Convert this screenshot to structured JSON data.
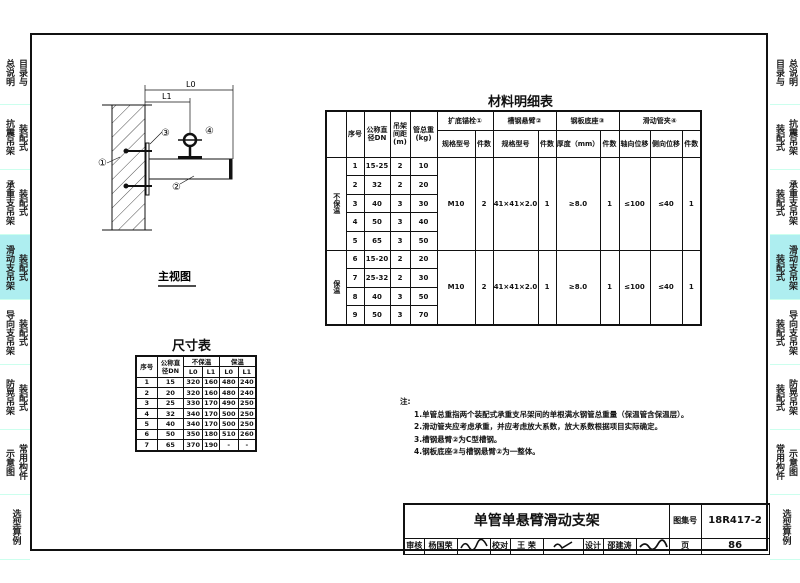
{
  "sidebar": [
    {
      "cols": [
        "总说明",
        "目录与"
      ],
      "active": false
    },
    {
      "cols": [
        "抗震吊架",
        "装配式"
      ],
      "active": false
    },
    {
      "cols": [
        "承重支吊架",
        "装配式"
      ],
      "active": false
    },
    {
      "cols": [
        "滑动支吊架",
        "装配式"
      ],
      "active": true
    },
    {
      "cols": [
        "导向支吊架",
        "装配式"
      ],
      "active": false
    },
    {
      "cols": [
        "防晃吊架",
        "装配式"
      ],
      "active": false
    },
    {
      "cols": [
        "示意图",
        "常用构件"
      ],
      "active": false
    },
    {
      "cols": [
        "选型算例"
      ],
      "active": false
    }
  ],
  "highlight_color": "#aeeef0",
  "drawing": {
    "title": "主视图",
    "dim_L0": "L0",
    "dim_L1": "L1",
    "callouts": [
      "①",
      "②",
      "③",
      "④"
    ]
  },
  "material_table": {
    "title": "材料明细表",
    "headers": {
      "seq": "序号",
      "dn": "公称直径DN",
      "spacing": "吊架间距(m)",
      "weight": "管总重(kg)",
      "anchor": "扩底锚栓①",
      "channel": "槽钢悬臂②",
      "plate": "钢板底座③",
      "clamp": "滑动管夹④",
      "spec": "规格型号",
      "qty": "件数",
      "thickness": "厚度（mm）",
      "axial": "轴向位移",
      "lateral": "侧向位移"
    },
    "groups": [
      {
        "name": "不保温",
        "rows": [
          [
            "1",
            "15-25",
            "2",
            "10"
          ],
          [
            "2",
            "32",
            "2",
            "20"
          ],
          [
            "3",
            "40",
            "3",
            "30"
          ],
          [
            "4",
            "50",
            "3",
            "40"
          ],
          [
            "5",
            "65",
            "3",
            "50"
          ]
        ],
        "anchor_spec": "M10",
        "anchor_qty": "2",
        "channel_spec": "41×41×2.0",
        "channel_qty": "1",
        "plate_thickness": "≥8.0",
        "plate_qty": "1",
        "axial": "≤100",
        "lateral": "≤40",
        "clamp_qty": "1"
      },
      {
        "name": "保温",
        "rows": [
          [
            "6",
            "15-20",
            "2",
            "20"
          ],
          [
            "7",
            "25-32",
            "2",
            "30"
          ],
          [
            "8",
            "40",
            "3",
            "50"
          ],
          [
            "9",
            "50",
            "3",
            "70"
          ]
        ],
        "anchor_spec": "M10",
        "anchor_qty": "2",
        "channel_spec": "41×41×2.0",
        "channel_qty": "1",
        "plate_thickness": "≥8.0",
        "plate_qty": "1",
        "axial": "≤100",
        "lateral": "≤40",
        "clamp_qty": "1"
      }
    ]
  },
  "size_table": {
    "title": "尺寸表",
    "headers": {
      "seq": "序号",
      "dn": "公称直径DN",
      "no_insul": "不保温",
      "insul": "保温",
      "l0": "L0",
      "l1": "L1"
    },
    "rows": [
      [
        "1",
        "15",
        "320",
        "160",
        "480",
        "240"
      ],
      [
        "2",
        "20",
        "320",
        "160",
        "480",
        "240"
      ],
      [
        "3",
        "25",
        "330",
        "170",
        "490",
        "250"
      ],
      [
        "4",
        "32",
        "340",
        "170",
        "500",
        "250"
      ],
      [
        "5",
        "40",
        "340",
        "170",
        "500",
        "250"
      ],
      [
        "6",
        "50",
        "350",
        "180",
        "510",
        "260"
      ],
      [
        "7",
        "65",
        "370",
        "190",
        "-",
        "-"
      ]
    ]
  },
  "notes": {
    "label": "注:",
    "items": [
      "1.单管总重指两个装配式承重支吊架间的单根满水钢管总重量（保温管含保温层）。",
      "2.滑动管夹应考虑承重，并应考虑放大系数，放大系数根据项目实际确定。",
      "3.槽钢悬臂②为C型槽钢。",
      "4.钢板底座③与槽钢悬臂②为一整体。"
    ]
  },
  "title_block": {
    "title": "单管单悬臂滑动支架",
    "atlas_label": "图集号",
    "atlas_no": "18R417-2",
    "review_label": "审核",
    "reviewer": "杨国荣",
    "check_label": "校对",
    "checker": "王 荣",
    "design_label": "设计",
    "designer": "邵建涛",
    "page_label": "页",
    "page_no": "86"
  }
}
